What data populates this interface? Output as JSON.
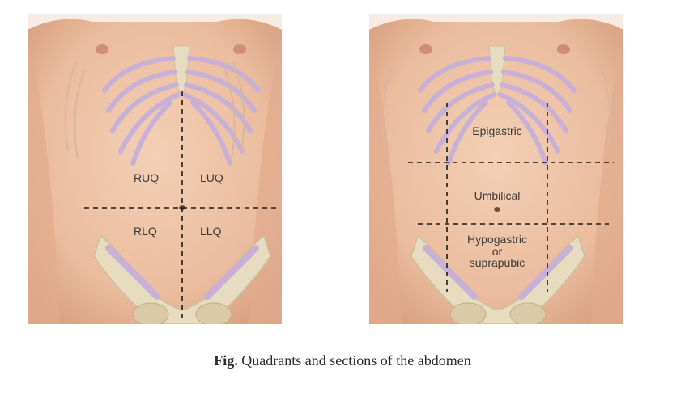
{
  "quadrants_figure": {
    "labels": {
      "ruq": "RUQ",
      "luq": "LUQ",
      "rlq": "RLQ",
      "llq": "LLQ"
    }
  },
  "sections_figure": {
    "labels": {
      "epigastric": "Epigastric",
      "umbilical": "Umbilical",
      "hypogastric_line1": "Hypogastric",
      "hypogastric_line2": "or",
      "hypogastric_line3": "suprapubic"
    }
  },
  "caption": {
    "prefix": "Fig.",
    "text": " Quadrants and sections of the abdomen"
  },
  "colors": {
    "skin": "#eec4a8",
    "skin_shadow": "#d89a7c",
    "rib": "#c9b0d6",
    "bone": "#e8dcc0",
    "dashed_line": "#1a1a1a"
  }
}
